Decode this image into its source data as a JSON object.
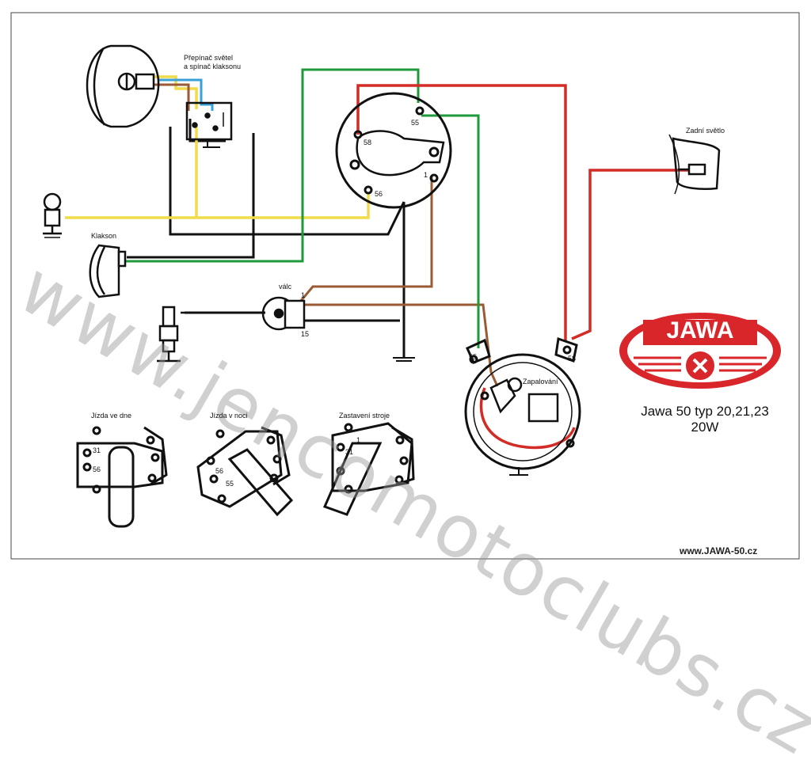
{
  "labels": {
    "switch_line1": "Přepínač světel",
    "switch_line2": "a spínač klaksonu",
    "rear_light": "Zadní světlo",
    "horn": "Klakson",
    "cylinder": "válc",
    "ignition": "Zapalování",
    "day_riding": "Jízda ve dne",
    "night_riding": "Jízda v noci",
    "engine_stop": "Zastavení stroje"
  },
  "pins": {
    "p58": "58",
    "p55": "55",
    "p56": "56",
    "p1": "1",
    "p15": "15",
    "p31": "31"
  },
  "logo": {
    "text": "JAWA"
  },
  "model": {
    "line1": "Jawa 50 typ 20,21,23",
    "line2": "20W"
  },
  "watermark": "www.jencomotoclubs.cz",
  "footer": "www.JAWA-50.cz",
  "colors": {
    "wire_red": "#d32b25",
    "wire_green": "#1f9a3a",
    "wire_yellow": "#f0dc4a",
    "wire_brown": "#9a5a34",
    "wire_blue": "#3aa0d8",
    "wire_black": "#111111",
    "logo_red": "#d8262a"
  }
}
